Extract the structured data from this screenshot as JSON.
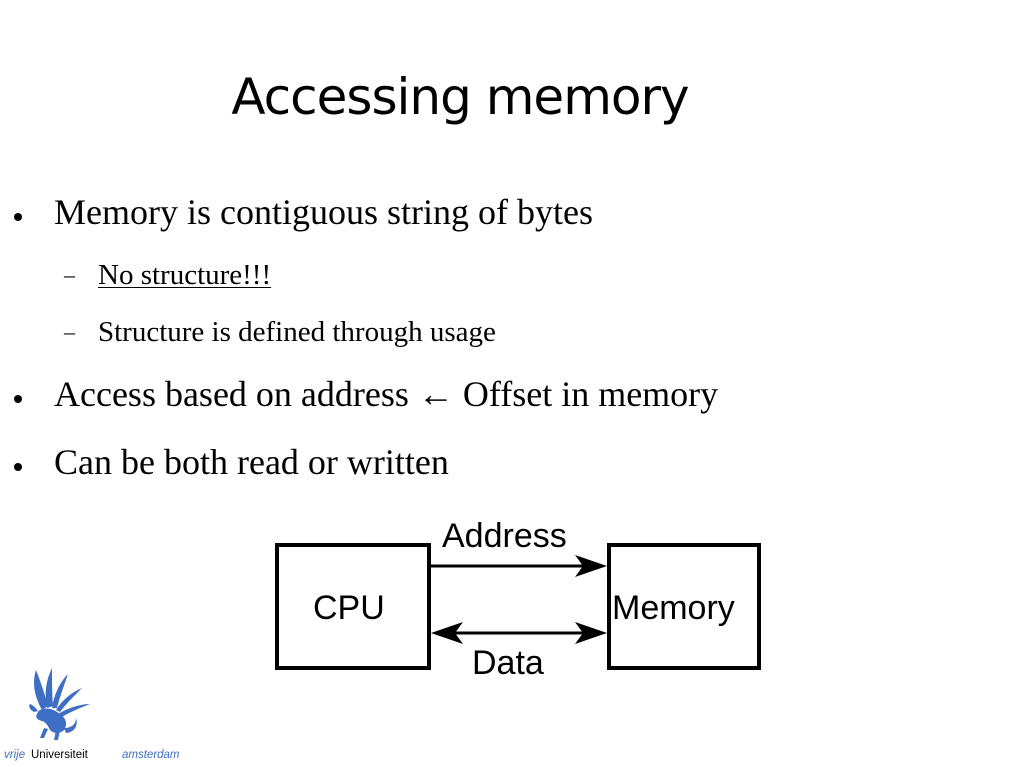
{
  "slide": {
    "title": "Accessing memory",
    "bullets": [
      {
        "text": "Memory is contiguous string of bytes",
        "subs": [
          {
            "text": "No structure!!!"
          },
          {
            "text": "Structure is defined through usage"
          }
        ]
      },
      {
        "text": "Access based on address ← Offset in memory"
      },
      {
        "text": "Can be both read or written"
      }
    ],
    "sub_dash": "–"
  },
  "diagram": {
    "left_box": "CPU",
    "right_box": "Memory",
    "top_arrow_label": "Address",
    "bottom_arrow_label": "Data"
  },
  "logo": {
    "word1": "vrije",
    "word2": "Universiteit",
    "word3": "amsterdam",
    "color": "#3f6fc4",
    "icon": "griffin-icon"
  }
}
